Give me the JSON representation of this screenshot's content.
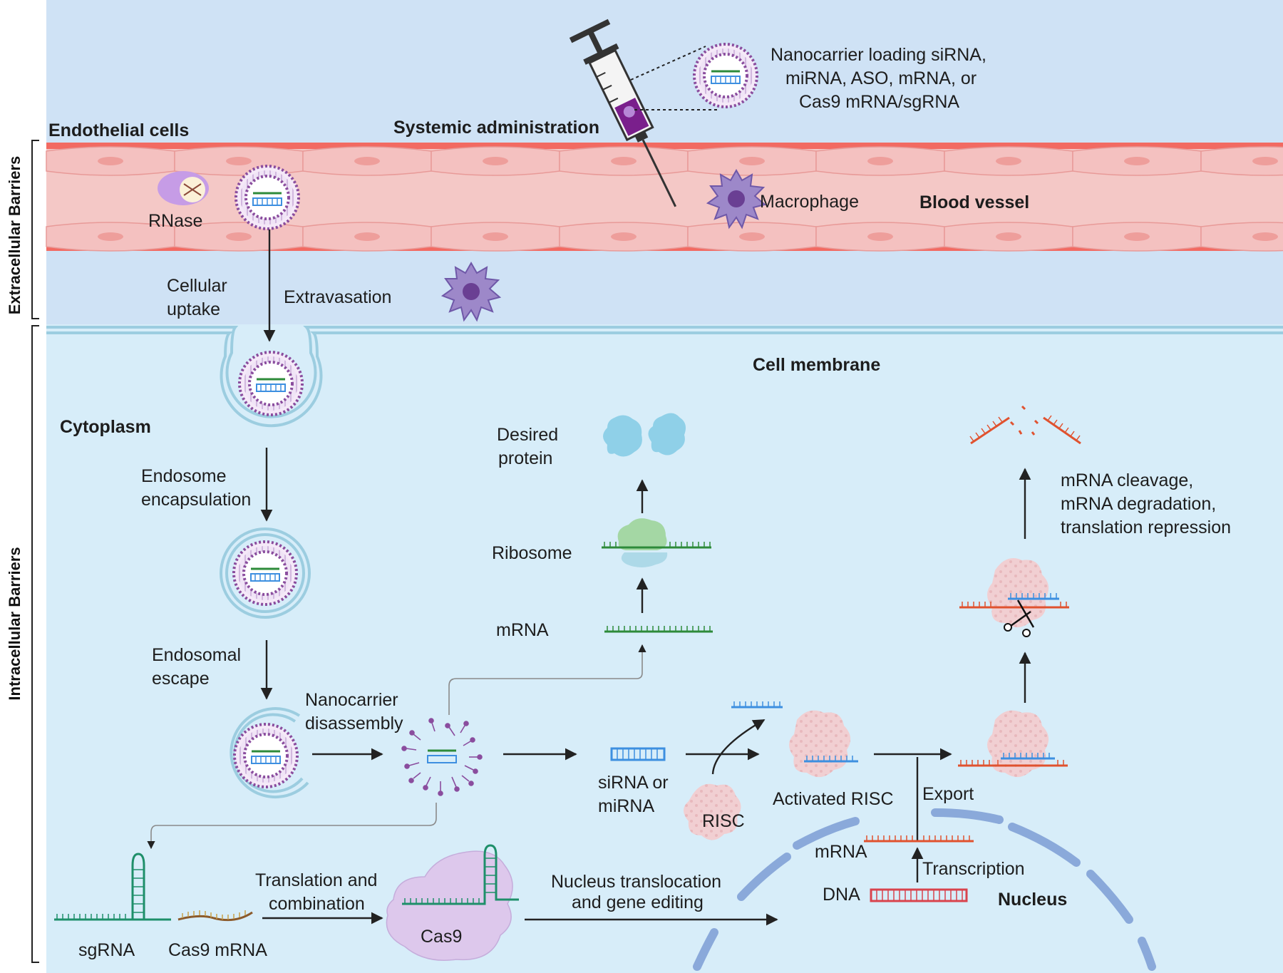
{
  "side_labels": {
    "extracellular": "Extracellular  Barriers",
    "intracellular": "Intracellular  Barriers"
  },
  "labels": {
    "endothelial_cells": "Endothelial cells",
    "systemic_administration": "Systemic administration",
    "nanocarrier_line1": "Nanocarrier loading siRNA,",
    "nanocarrier_line2": "miRNA, ASO, mRNA, or",
    "nanocarrier_line3": "Cas9 mRNA/sgRNA",
    "rnase": "RNase",
    "macrophage": "Macrophage",
    "blood_vessel": "Blood vessel",
    "cellular_uptake_line1": "Cellular",
    "cellular_uptake_line2": "uptake",
    "extravasation": "Extravasation",
    "cell_membrane": "Cell membrane",
    "cytoplasm": "Cytoplasm",
    "endosome_line1": "Endosome",
    "endosome_line2": "encapsulation",
    "endosomal_escape_line1": "Endosomal",
    "endosomal_escape_line2": "escape",
    "disassembly_line1": "Nanocarrier",
    "disassembly_line2": "disassembly",
    "desired_protein_line1": "Desired",
    "desired_protein_line2": "protein",
    "ribosome": "Ribosome",
    "mrna_cyto": "mRNA",
    "sirna_line1": "siRNA or",
    "sirna_line2": "miRNA",
    "risc": "RISC",
    "activated_risc": "Activated RISC",
    "export": "Export",
    "mrna_nucleus": "mRNA",
    "transcription": "Transcription",
    "dna": "DNA",
    "nucleus": "Nucleus",
    "cleavage_line1": "mRNA cleavage,",
    "cleavage_line2": "mRNA degradation,",
    "cleavage_line3": "translation repression",
    "sgrna": "sgRNA",
    "cas9_mrna": "Cas9 mRNA",
    "translation_line1": "Translation and",
    "translation_line2": "combination",
    "cas9": "Cas9",
    "nucleus_transloc_line1": "Nucleus translocation",
    "nucleus_transloc_line2": "and gene editing"
  },
  "colors": {
    "top_background": "#cfe2f5",
    "cell_background": "#d7edf9",
    "vessel_wall": "#f26a62",
    "vessel_interior": "#f4c8c6",
    "membrane": "#9ccde0",
    "nanocarrier_lipid": "#8a4d9e",
    "sirna_blue": "#3d8fe0",
    "mrna_green": "#2e8b3a",
    "target_mrna_red": "#e0522f",
    "dna_red": "#d9434d",
    "risc_pink": "#f1cfd2",
    "cas9_purple": "#ddc8ec",
    "nucleus_envelope": "#8aa9da",
    "protein_blue": "#8fd0e8",
    "macrophage_purple": "#8a6bb8"
  }
}
